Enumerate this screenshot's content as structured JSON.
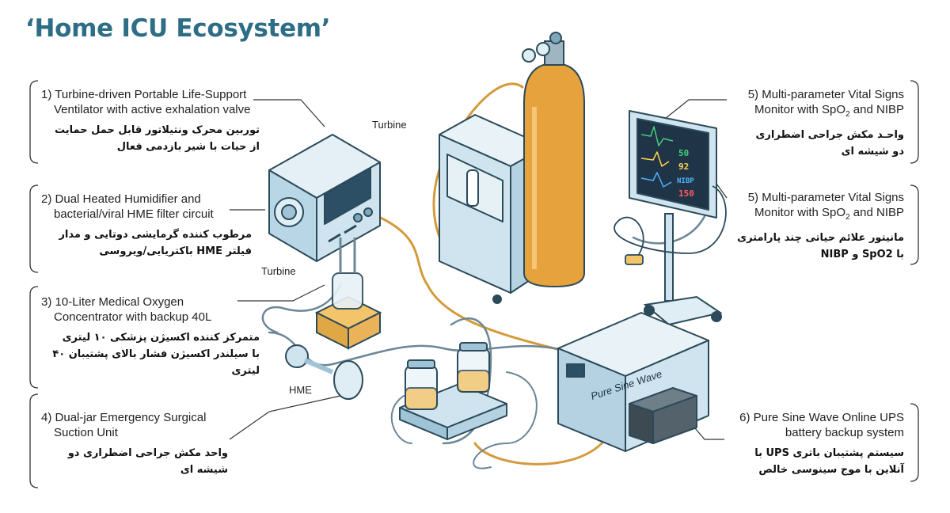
{
  "title": "‘Home ICU Ecosystem’",
  "left_cards": [
    {
      "num": "1)",
      "en1": "Turbine-driven Portable Life-Support",
      "en2": "Ventilator with active exhalation valve",
      "fa1": "توربین محرک ونتیلاتور قابل حمل حمایت",
      "fa2": "از حیات با شیر بازدمی فعال",
      "fa3": ""
    },
    {
      "num": "2)",
      "en1": "Dual Heated Humidifier and",
      "en2": "bacterial/viral HME filter circuit",
      "fa1": "مرطوب کننده گرمایشی دوتایی و مدار",
      "fa2": "فیلتر HME باکتریایی/ویروسی",
      "fa3": ""
    },
    {
      "num": "3)",
      "en1": "10-Liter Medical Oxygen",
      "en2": "Concentrator with backup 40L",
      "fa1": "متمرکز کننده اکسیژن پزشکی ۱۰ لیتری",
      "fa2": "با سیلندر اکسیژن فشار بالای پشتیبان ۴۰",
      "fa3": "لیتری"
    },
    {
      "num": "4)",
      "en1": "Dual-jar Emergency Surgical",
      "en2": "Suction Unit",
      "fa1": "واحد مکش جراحی اضطراری دو",
      "fa2": "شیشه ای",
      "fa3": ""
    }
  ],
  "right_cards": [
    {
      "num": "5)",
      "en1": "Multi-parameter Vital Signs",
      "en2a": "Monitor with SpO",
      "en2sub": "2",
      "en2b": " and NIBP",
      "fa1": "واحـد مکش جراحی اضطراری",
      "fa2": "دو شیشه ای"
    },
    {
      "num": "5)",
      "en1": "Multi-parameter Vital Signs",
      "en2a": "Monitor with SpO",
      "en2sub": "2",
      "en2b": " and NIBP",
      "fa1": "مانیتور علائم حیاتی چند پارامتری",
      "fa2": "با SpO2 و NIBP"
    },
    {
      "num": "6)",
      "en1": "Pure Sine Wave Online UPS",
      "en2a": "battery backup system",
      "en2sub": "",
      "en2b": "",
      "fa1": "سیستم پشتیبان باتری UPS با",
      "fa2": "آنلاین با موج سینوسی خالص"
    }
  ],
  "labels": {
    "turbine_top": "Turbine",
    "turbine_bottom": "Turbine",
    "hme": "HME",
    "ups_face": "Pure Sine Wave"
  },
  "monitor": {
    "hr": "50",
    "spo2": "92",
    "nibp": "NIBP",
    "bp": "150"
  },
  "colors": {
    "title": "#2d6e86",
    "device_blue": "#cfe4ef",
    "device_stroke": "#2b4a5a",
    "cylinder": "#e6a23c",
    "tube": "#d49a3c"
  }
}
